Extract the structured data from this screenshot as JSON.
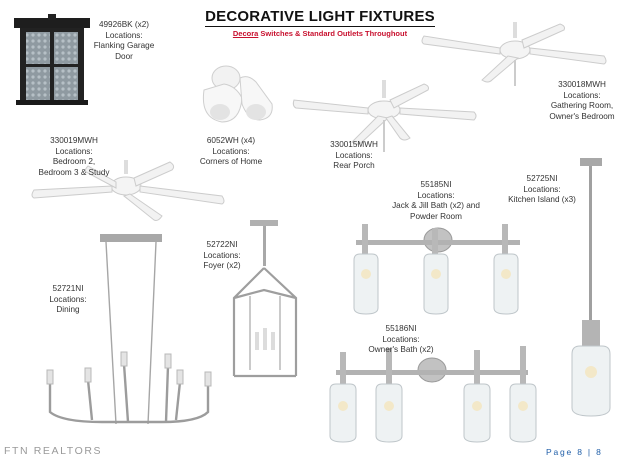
{
  "header": {
    "title": "DECORATIVE LIGHT FIXTURES",
    "subtitle_brand": "Decora",
    "subtitle_rest": " Switches & Standard Outlets Throughout"
  },
  "fixtures": [
    {
      "model": "49926BK (x2)",
      "lines": [
        "Locations:",
        "Flanking Garage",
        "Door"
      ]
    },
    {
      "model": "6052WH (x4)",
      "lines": [
        "Locations:",
        "Corners of Home"
      ]
    },
    {
      "model": "330015MWH",
      "lines": [
        "Locations:",
        "Rear Porch"
      ]
    },
    {
      "model": "330018MWH",
      "lines": [
        "Locations:",
        "Gathering Room,",
        "Owner's Bedroom"
      ]
    },
    {
      "model": "330019MWH",
      "lines": [
        "Locations:",
        "Bedroom 2,",
        "Bedroom 3 & Study"
      ]
    },
    {
      "model": "55185NI",
      "lines": [
        "Locations:",
        "Jack & Jill Bath (x2) and",
        "Powder Room"
      ]
    },
    {
      "model": "52725NI",
      "lines": [
        "Locations:",
        "Kitchen Island (x3)"
      ]
    },
    {
      "model": "52722NI",
      "lines": [
        "Locations:",
        "Foyer (x2)"
      ]
    },
    {
      "model": "52721NI",
      "lines": [
        "Locations:",
        "Dining"
      ]
    },
    {
      "model": "55186NI",
      "lines": [
        "Locations:",
        "Owner's Bath (x2)"
      ]
    }
  ],
  "footer": {
    "logo": "FTN REALTORS",
    "page_label": "Page 8 | 8"
  },
  "colors": {
    "accent_red": "#c8102e",
    "page_blue": "#1f5ea8"
  }
}
